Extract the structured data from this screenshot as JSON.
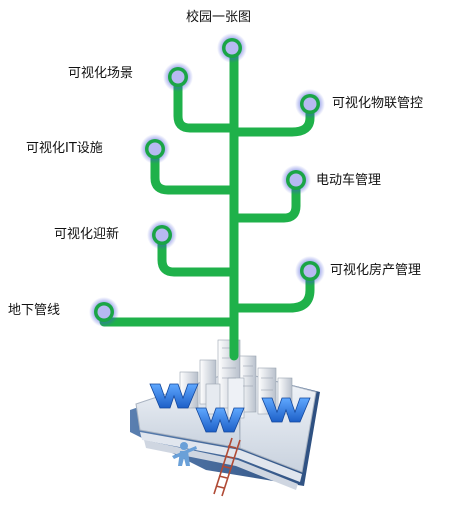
{
  "diagram": {
    "nodes": {
      "campus_map": "校园一张图",
      "visual_scene": "可视化场景",
      "visual_iot": "可视化物联管控",
      "visual_it": "可视化IT设施",
      "ev_management": "电动车管理",
      "visual_freshman": "可视化迎新",
      "visual_housing": "可视化房产管理",
      "underground_pipe": "地下管线"
    },
    "colors": {
      "branch_green": "#1fb14a",
      "node_glow": "#3e4fd8",
      "node_core": "#b7b9f2",
      "node_ring": "#1aa546"
    },
    "illustration": "open-book-with-3d-www-city"
  }
}
